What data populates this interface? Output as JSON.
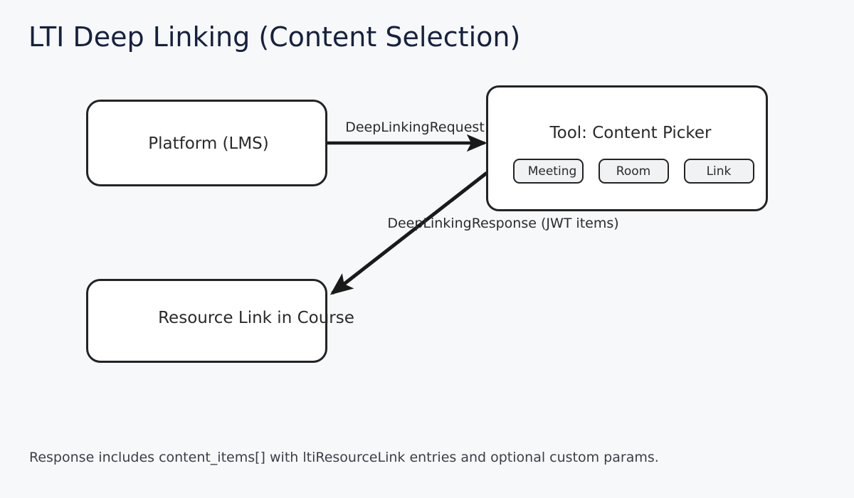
{
  "diagram": {
    "title": "LTI Deep Linking (Content Selection)",
    "footer": "Response includes content_items[] with ltiResourceLink entries and optional custom params.",
    "colors": {
      "background": "#f7f8fa",
      "title": "#16213e",
      "node_fill": "#ffffff",
      "node_stroke": "#232323",
      "node_text": "#2a2a2a",
      "pill_fill": "#f1f2f4",
      "edge_stroke": "#1a1a1a",
      "footer_text": "#3a3f47"
    },
    "nodes": [
      {
        "id": "platform",
        "label": "Platform (LMS)"
      },
      {
        "id": "tool",
        "label": "Tool: Content Picker"
      },
      {
        "id": "resource",
        "label": "Resource Link in Course"
      }
    ],
    "tool_options": [
      {
        "id": "meeting",
        "label": "Meeting"
      },
      {
        "id": "room",
        "label": "Room"
      },
      {
        "id": "link",
        "label": "Link"
      }
    ],
    "edges": [
      {
        "id": "request",
        "from": "platform",
        "to": "tool",
        "label": "DeepLinkingRequest"
      },
      {
        "id": "response",
        "from": "tool",
        "to": "resource",
        "label": "DeepLinkingResponse (JWT items)"
      }
    ]
  }
}
